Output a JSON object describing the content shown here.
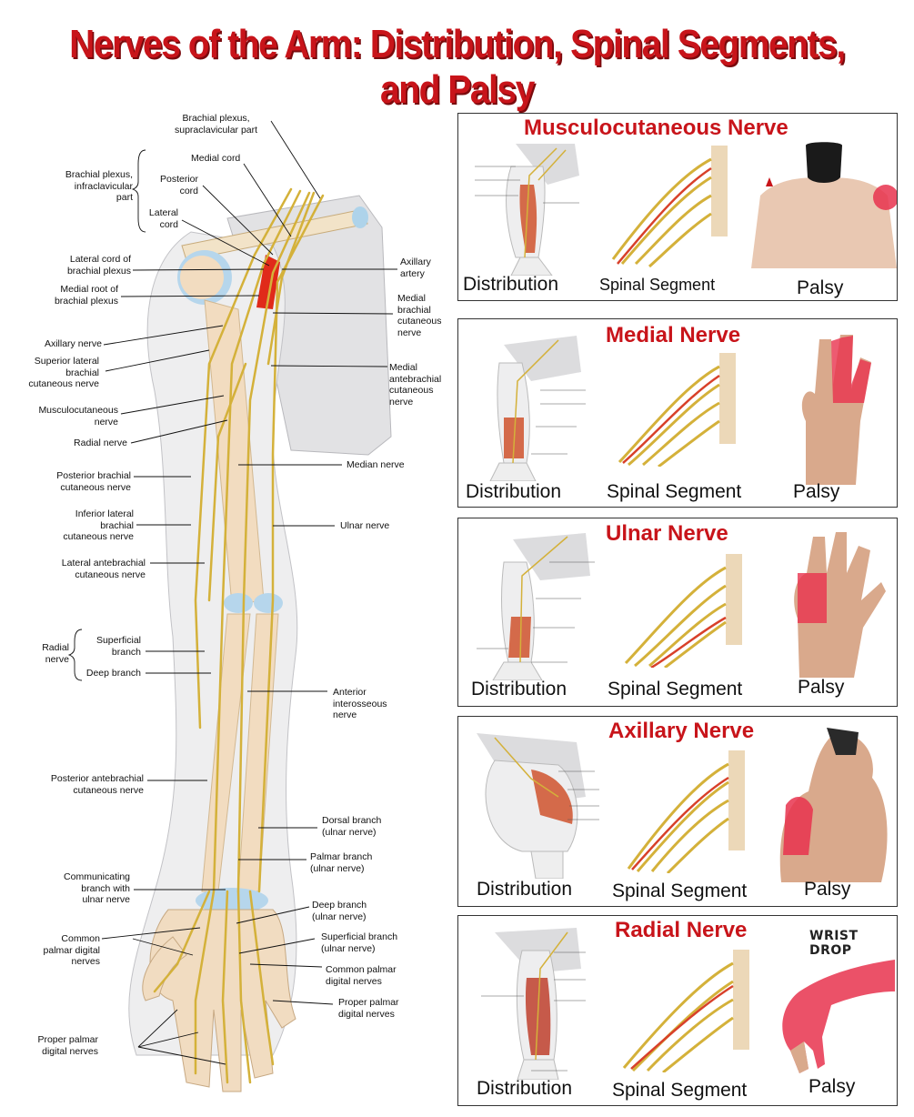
{
  "title": "Nerves of the Arm: Distribution, Spinal Segments, and Palsy",
  "anatomy": {
    "labels": {
      "supraclavicular": "Brachial plexus,\nsupraclavicular part",
      "medial_cord": "Medial cord",
      "infraclavicular": "Brachial plexus,\ninfraclavicular\npart",
      "posterior_cord": "Posterior\ncord",
      "lateral_cord": "Lateral\ncord",
      "lateral_cord_of_bp": "Lateral cord of\nbrachial plexus",
      "medial_root_of_bp": "Medial root of\nbrachial plexus",
      "axillary_artery": "Axillary\nartery",
      "medial_brachial_cut": "Medial\nbrachial\ncutaneous\nnerve",
      "axillary_nerve": "Axillary nerve",
      "superior_lateral_brachial": "Superior lateral\nbrachial\ncutaneous nerve",
      "medial_antebrachial_cut": "Medial\nantebrachial\ncutaneous\nnerve",
      "musculocutaneous_nerve": "Musculocutaneous\nnerve",
      "radial_nerve": "Radial nerve",
      "median_nerve": "Median nerve",
      "posterior_brachial_cut": "Posterior brachial\ncutaneous nerve",
      "inferior_lateral_brachial": "Inferior lateral\nbrachial\ncutaneous nerve",
      "ulnar_nerve": "Ulnar nerve",
      "lateral_antebrachial_cut": "Lateral antebrachial\ncutaneous nerve",
      "radial_group": "Radial\nnerve",
      "superficial_branch": "Superficial\nbranch",
      "deep_branch": "Deep branch",
      "anterior_interosseous": "Anterior\ninterosseous\nnerve",
      "posterior_antebrachial_cut": "Posterior antebrachial\ncutaneous nerve",
      "dorsal_branch_ulnar": "Dorsal branch\n(ulnar nerve)",
      "palmar_branch_ulnar": "Palmar branch\n(ulnar nerve)",
      "communicating_branch": "Communicating\nbranch with\nulnar nerve",
      "deep_branch_ulnar": "Deep branch\n(ulnar nerve)",
      "common_palmar_digital_left": "Common\npalmar digital\nnerves",
      "superficial_branch_ulnar": "Superficial branch\n(ulnar nerve)",
      "common_palmar_digital_right": "Common palmar\ndigital nerves",
      "proper_palmar_digital_right": "Proper palmar\ndigital nerves",
      "proper_palmar_digital_left": "Proper palmar\ndigital nerves"
    }
  },
  "panels": [
    {
      "title": "Musculocutaneous Nerve",
      "captions": [
        "Distribution",
        "Spinal Segment",
        "Palsy"
      ]
    },
    {
      "title": "Medial Nerve",
      "captions": [
        "Distribution",
        "Spinal Segment",
        "Palsy"
      ]
    },
    {
      "title": "Ulnar Nerve",
      "captions": [
        "Distribution",
        "Spinal Segment",
        "Palsy"
      ]
    },
    {
      "title": "Axillary Nerve",
      "captions": [
        "Distribution",
        "Spinal Segment",
        "Palsy"
      ]
    },
    {
      "title": "Radial Nerve",
      "captions": [
        "Distribution",
        "Spinal Segment",
        "Palsy"
      ],
      "badge": "WRIST DROP"
    }
  ],
  "colors": {
    "title": "#c8141a",
    "nerve": "#d8b43a",
    "nerve_red": "#d8402a",
    "skin": "#efd9b5",
    "bone": "#f2dcc0",
    "palsy_highlight": "#e8324e"
  }
}
